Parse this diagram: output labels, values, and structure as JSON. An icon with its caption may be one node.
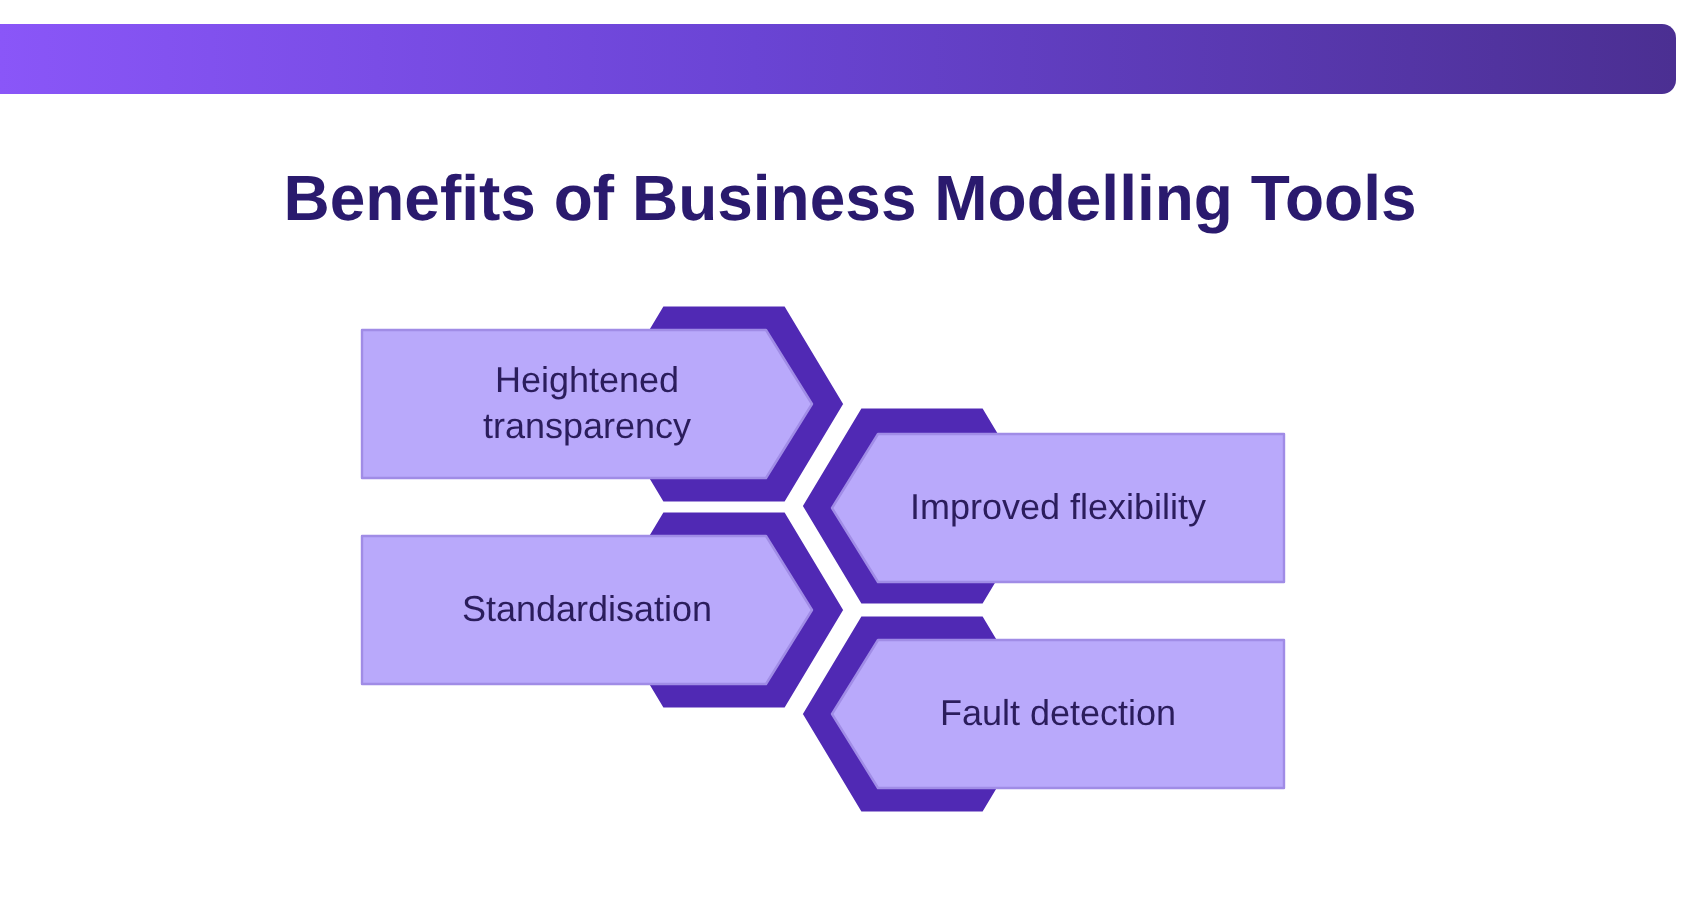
{
  "diagram": {
    "title": "Benefits of Business Modelling Tools",
    "nodes": [
      {
        "text": [
          "Heightened transparency"
        ]
      },
      {
        "text": [
          "Improved flexibility"
        ]
      },
      {
        "text": [
          "Standardisation"
        ]
      },
      {
        "text": [
          "Fault detection"
        ]
      }
    ]
  }
}
